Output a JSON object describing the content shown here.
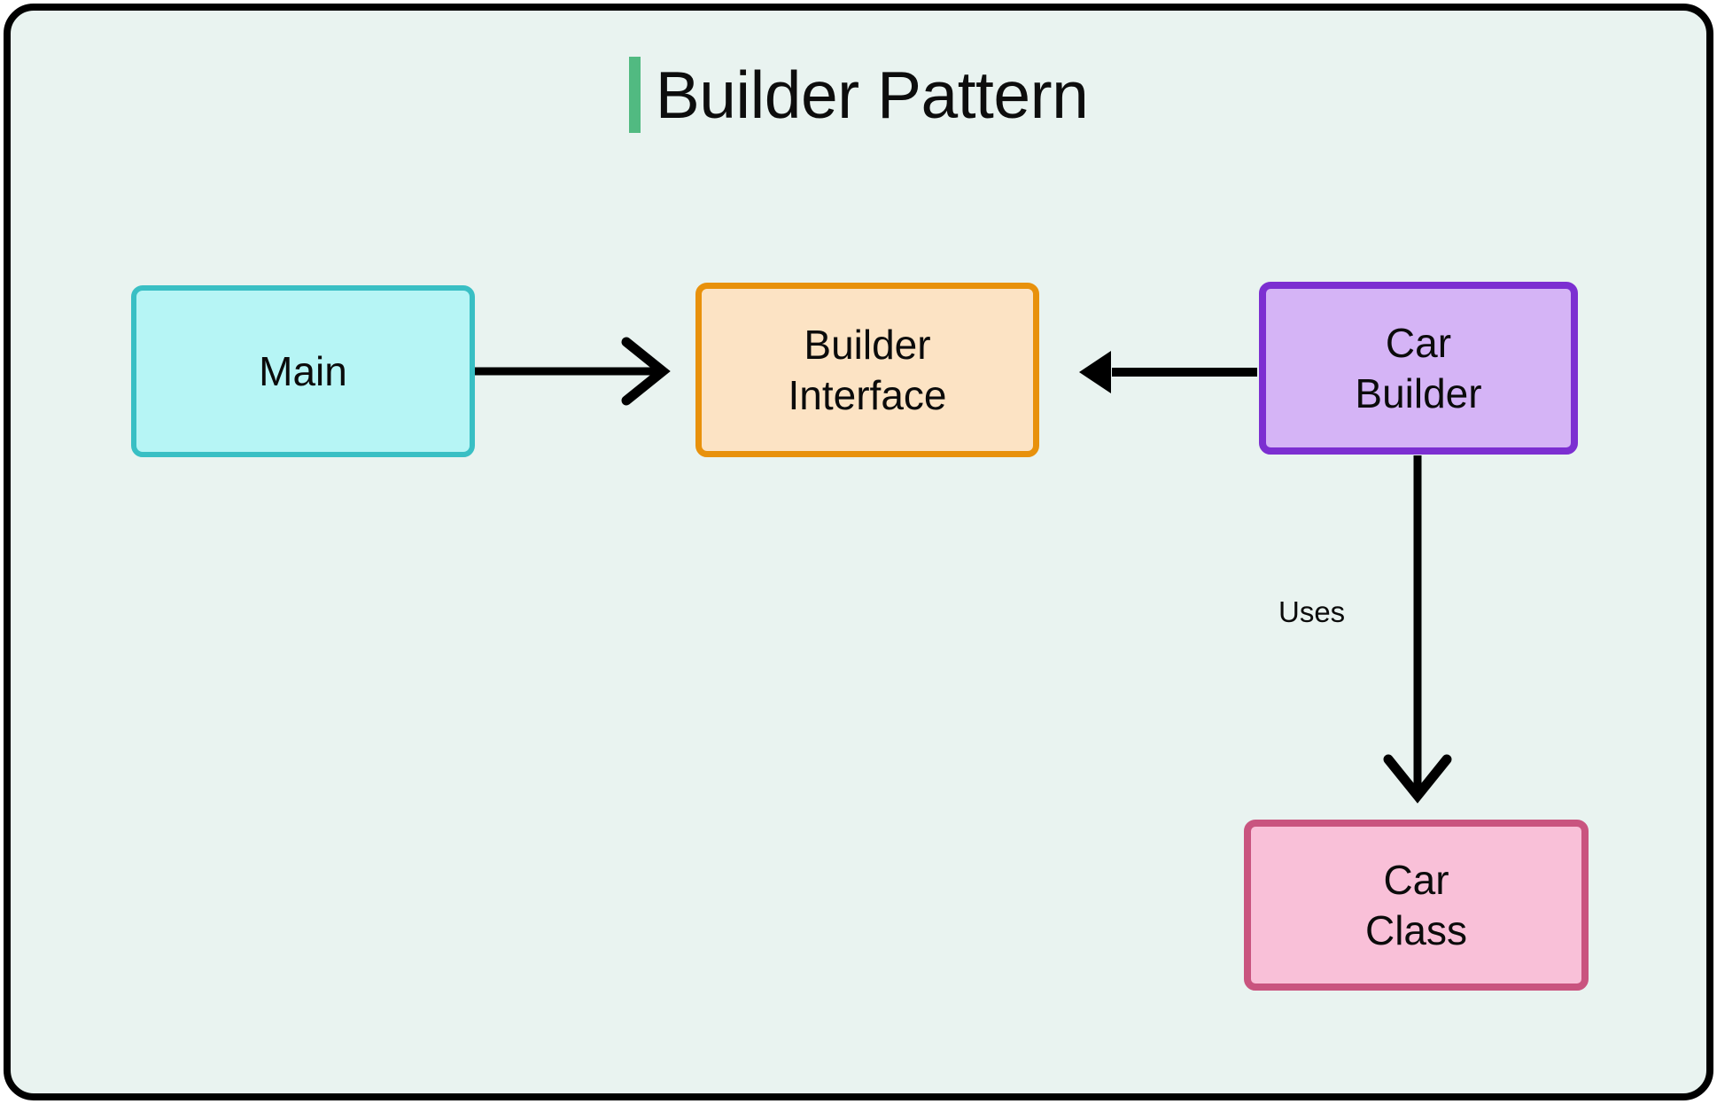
{
  "diagram": {
    "title": "Builder Pattern",
    "accent_color": "#51ba81",
    "background_color": "#e9f3f0",
    "border_color": "#000000",
    "type": "flowchart",
    "nodes": [
      {
        "id": "main",
        "label": "Main",
        "fill": "#b6f5f5",
        "stroke": "#39bfc4"
      },
      {
        "id": "builder-interface",
        "label": "Builder\nInterface",
        "fill": "#fce3c4",
        "stroke": "#e8910c"
      },
      {
        "id": "car-builder",
        "label": "Car\nBuilder",
        "fill": "#d5b4f6",
        "stroke": "#7c2fd1"
      },
      {
        "id": "car-class",
        "label": "Car\nClass",
        "fill": "#f9c0d8",
        "stroke": "#c9547f"
      }
    ],
    "edges": [
      {
        "id": "main-to-builder-interface",
        "from": "main",
        "to": "builder-interface",
        "label": "",
        "direction": "right",
        "arrowhead": "open",
        "color": "#000000"
      },
      {
        "id": "car-builder-to-builder-interface",
        "from": "car-builder",
        "to": "builder-interface",
        "label": "",
        "direction": "left",
        "arrowhead": "solid",
        "color": "#000000"
      },
      {
        "id": "car-builder-to-car-class",
        "from": "car-builder",
        "to": "car-class",
        "label": "Uses",
        "direction": "down",
        "arrowhead": "open",
        "color": "#000000"
      }
    ]
  }
}
